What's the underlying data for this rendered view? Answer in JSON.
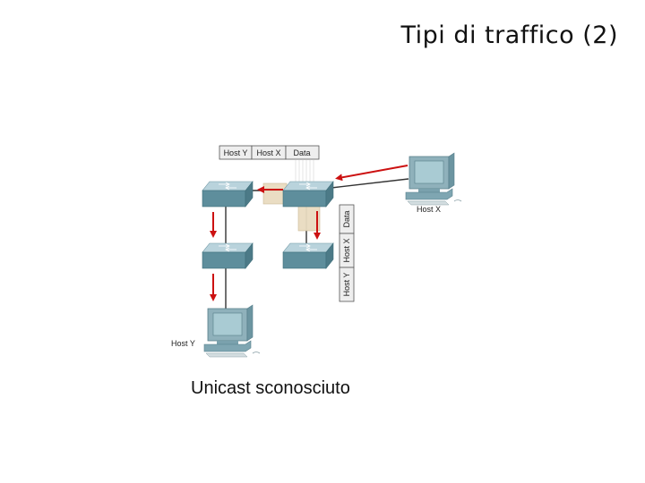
{
  "slide": {
    "title": "Tipi di traffico (2)",
    "caption": "Unicast sconosciuto"
  },
  "diagram": {
    "top_header": [
      "Host Y",
      "Host X",
      "Data"
    ],
    "vertical_header": [
      "Data",
      "Host X",
      "Host Y"
    ],
    "hosts": {
      "x_label": "Host X",
      "y_label": "Host Y"
    },
    "colors": {
      "arrow": "#cc1111",
      "switch_top": "#b9d3dc",
      "switch_front": "#5e8e9c",
      "monitor": "#8fb1bb",
      "header_bg": "#eeeeee",
      "frame_flood": "#e9dcc0"
    },
    "icons": [
      "switch-icon",
      "computer-icon",
      "red-arrow-icon",
      "packet-header-icon"
    ]
  }
}
